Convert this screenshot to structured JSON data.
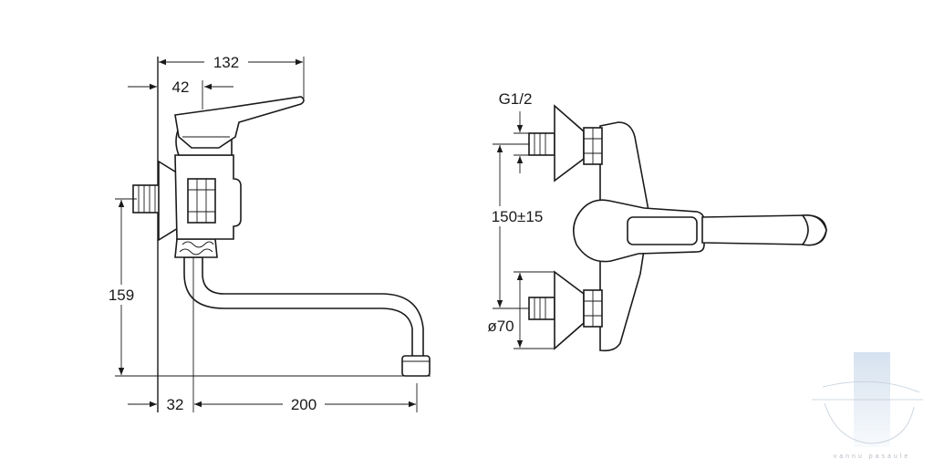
{
  "side_view": {
    "dim_overall_width": "132",
    "dim_lever_offset": "42",
    "dim_height": "159",
    "dim_wall_offset": "32",
    "dim_spout_reach": "200"
  },
  "front_view": {
    "dim_thread": "G1/2",
    "dim_centers": "150±15",
    "dim_rosette": "ø70"
  },
  "watermark": {
    "text": "vannu pasaule",
    "color": "#c9d9ea"
  }
}
